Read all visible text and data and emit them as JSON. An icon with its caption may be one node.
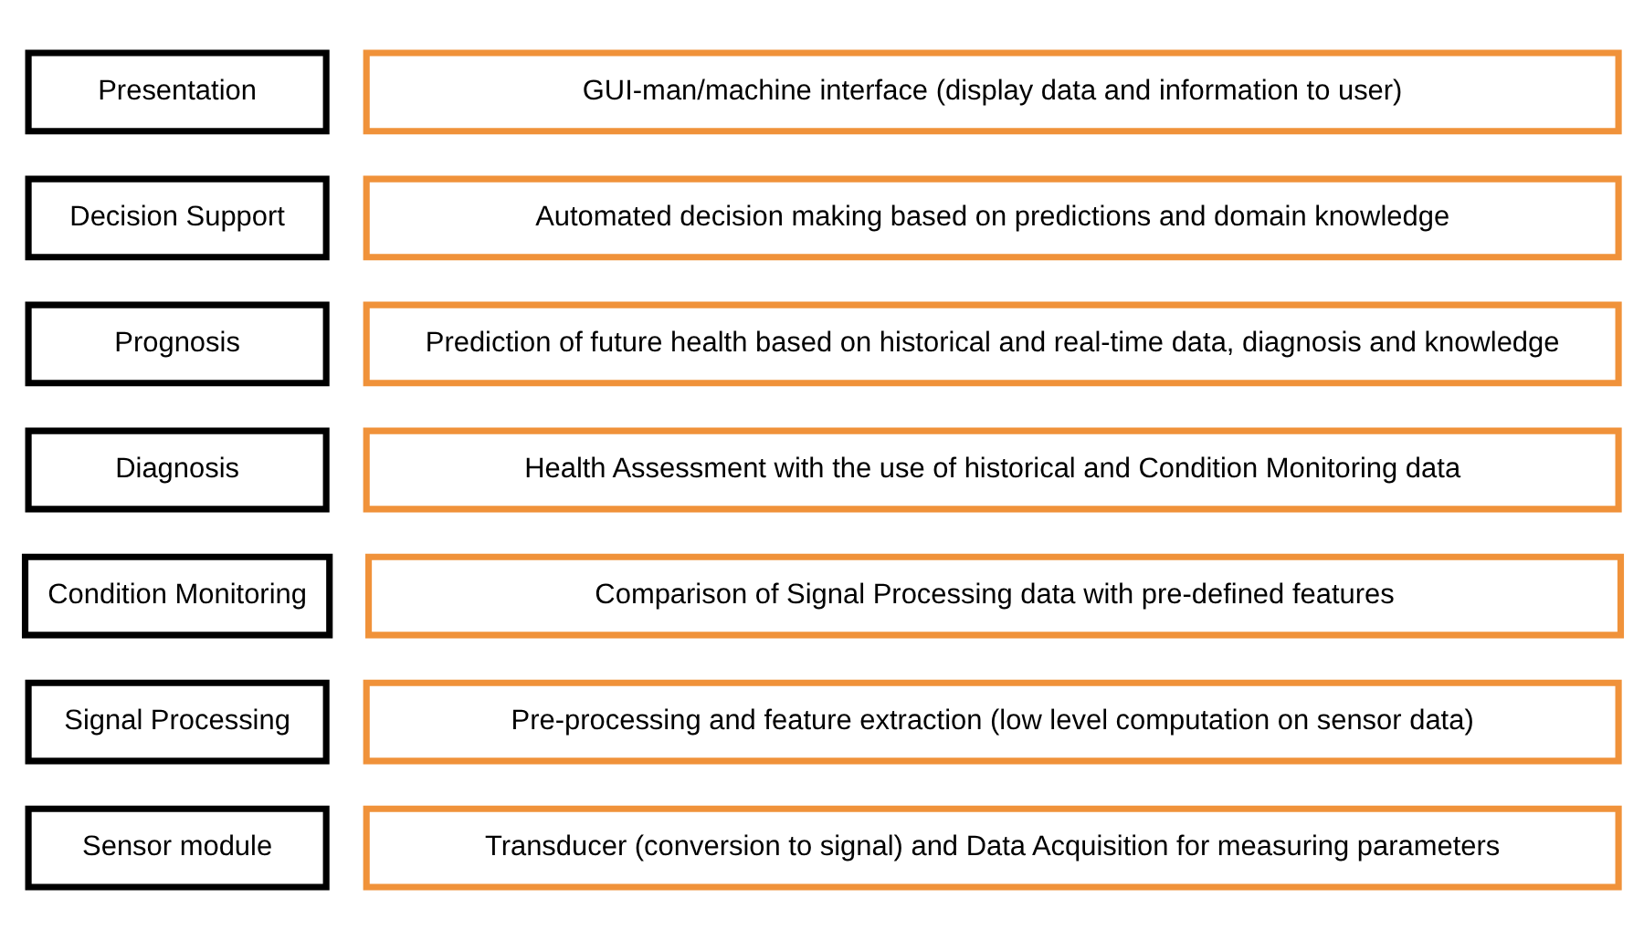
{
  "diagram": {
    "nodes": [
      {
        "text": [
          "Presentation"
        ]
      },
      {
        "text": [
          "GUI-man/machine interface (display data and information to user)"
        ]
      },
      {
        "text": [
          "Decision Support"
        ]
      },
      {
        "text": [
          "Automated decision making based on predictions and domain knowledge"
        ]
      },
      {
        "text": [
          "Prognosis"
        ]
      },
      {
        "text": [
          "Prediction of future health based on historical and real-time data, diagnosis and knowledge"
        ]
      },
      {
        "text": [
          "Diagnosis"
        ]
      },
      {
        "text": [
          "Health Assessment with the use of historical and Condition Monitoring data"
        ]
      },
      {
        "text": [
          "Condition Monitoring"
        ]
      },
      {
        "text": [
          "Comparison of Signal Processing data with pre-defined features"
        ]
      },
      {
        "text": [
          "Signal Processing"
        ]
      },
      {
        "text": [
          "Pre-processing and feature extraction (low level computation on sensor data)"
        ]
      },
      {
        "text": [
          "Sensor module"
        ]
      },
      {
        "text": [
          "Transducer (conversion to signal) and Data Acquisition for measuring parameters"
        ]
      }
    ],
    "edges": []
  }
}
